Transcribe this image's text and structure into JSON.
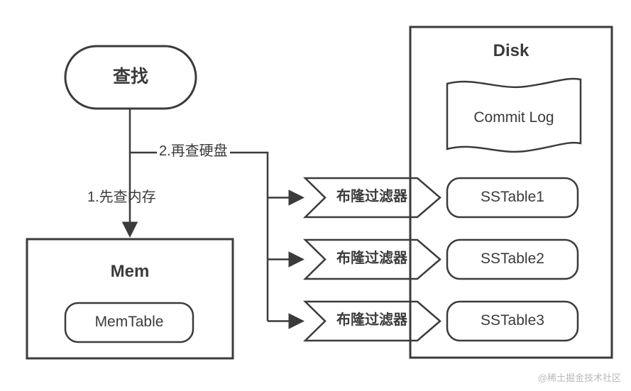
{
  "diagram": {
    "title_disk": "Disk",
    "nodes": {
      "query": "查找",
      "mem_group": "Mem",
      "memtable": "MemTable",
      "commit_log": "Commit Log",
      "sstable1": "SSTable1",
      "sstable2": "SSTable2",
      "sstable3": "SSTable3",
      "bloom1": "布隆过滤器",
      "bloom2": "布隆过滤器",
      "bloom3": "布隆过滤器"
    },
    "edge_labels": {
      "step1": "1.先查内存",
      "step2": "2.再查硬盘"
    },
    "colors": {
      "stroke": "#3b3b3b",
      "text": "#3b3b3b",
      "background": "#ffffff",
      "watermark": "#b9b9b9"
    }
  },
  "watermark": "@稀土掘金技术社区"
}
